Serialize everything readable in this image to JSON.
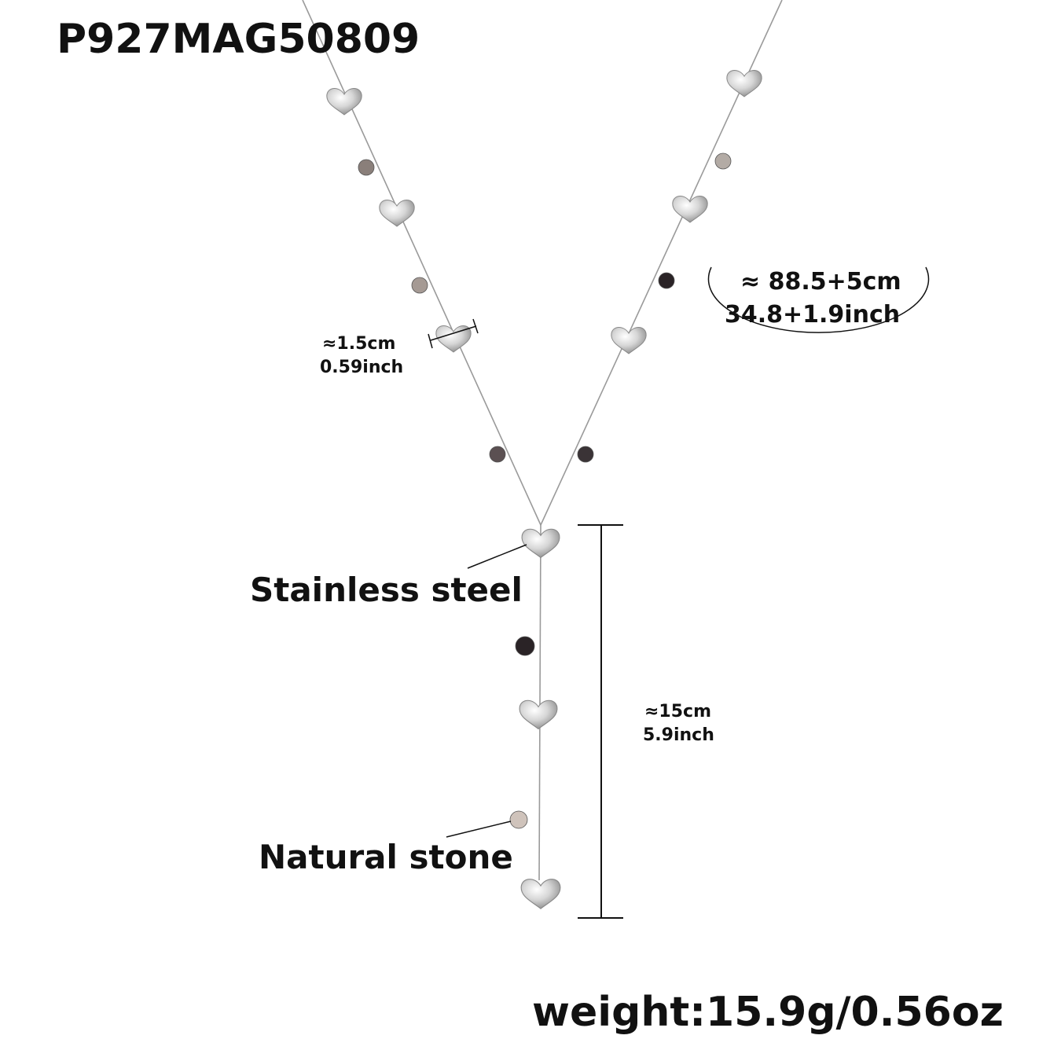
{
  "product_code": "P927MAG50809",
  "length_label": {
    "cm": "≈ 88.5+5cm",
    "inch": "34.8+1.9inch"
  },
  "heart_size_label": {
    "cm": "≈1.5cm",
    "inch": "0.59inch"
  },
  "drop_length_label": {
    "cm": "≈15cm",
    "inch": "5.9inch"
  },
  "material_labels": {
    "steel": "Stainless steel",
    "stone": "Natural stone"
  },
  "weight": "weight:15.9g/0.56oz",
  "colors": {
    "metal": "#c9c9c9",
    "stone_dark": "#2a2326",
    "stone_light": "#a59a94"
  }
}
